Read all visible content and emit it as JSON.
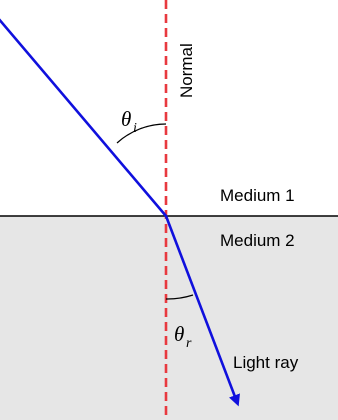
{
  "labels": {
    "normal": "Normal",
    "medium_1": "Medium 1",
    "medium_2": "Medium 2",
    "light_ray": "Light ray",
    "theta": "θ",
    "incidence_subscript": "i",
    "refraction_subscript": "r"
  },
  "colors": {
    "ray": "#1010dd",
    "normal_line": "#e8393f",
    "medium_2_fill": "#e6e6e6",
    "interface_line": "#000000",
    "angle_arc": "#000000"
  }
}
